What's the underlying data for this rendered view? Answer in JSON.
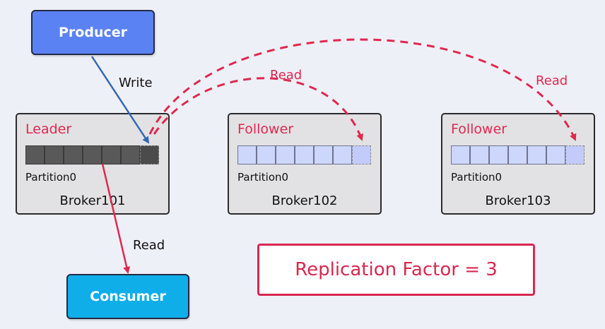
{
  "producer": {
    "label": "Producer"
  },
  "consumer": {
    "label": "Consumer"
  },
  "brokers": [
    {
      "role": "Leader",
      "partition": "Partition0",
      "name": "Broker101"
    },
    {
      "role": "Follower",
      "partition": "Partition0",
      "name": "Broker102"
    },
    {
      "role": "Follower",
      "partition": "Partition0",
      "name": "Broker103"
    }
  ],
  "edges": {
    "write_label": "Write",
    "consumer_read_label": "Read",
    "replica_read_102_label": "Read",
    "replica_read_103_label": "Read"
  },
  "replication": {
    "label": "Replication Factor = 3"
  },
  "colors": {
    "producer": "#5b82f2",
    "consumer": "#10aee8",
    "leader_partition": "#595959",
    "follower_partition": "#cdd6fb",
    "accent_red": "#e0284f",
    "write_arrow": "#3567b4"
  }
}
